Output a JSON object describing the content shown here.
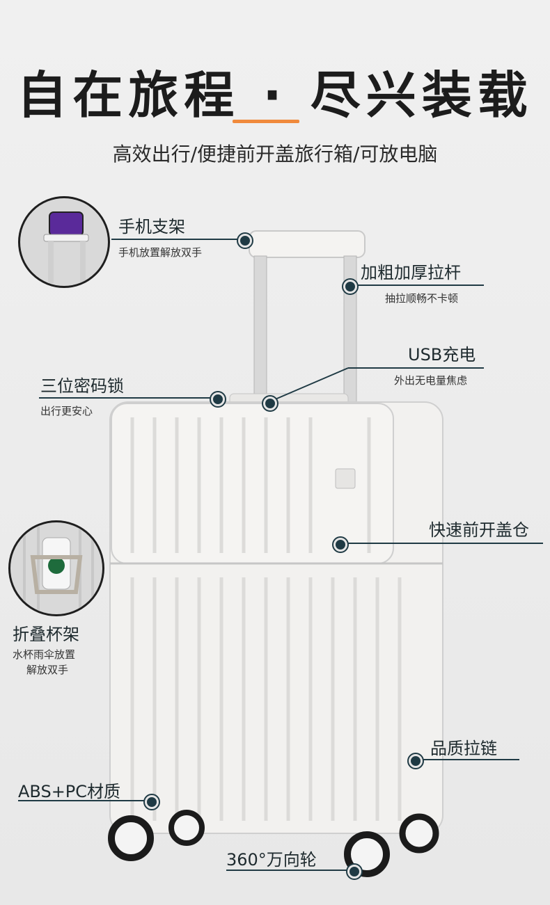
{
  "header": {
    "title": "自在旅程 · 尽兴装载",
    "subtitle": "高效出行/便捷前开盖旅行箱/可放电脑"
  },
  "features": {
    "phone_holder": {
      "title": "手机支架",
      "desc": "手机放置解放双手"
    },
    "handle": {
      "title": "加粗加厚拉杆",
      "desc": "抽拉顺畅不卡顿"
    },
    "usb": {
      "title": "USB充电",
      "desc": "外出无电量焦虑"
    },
    "lock": {
      "title": "三位密码锁",
      "desc": "出行更安心"
    },
    "front_cover": {
      "title": "快速前开盖仓"
    },
    "cup_holder": {
      "title": "折叠杯架",
      "desc_line1": "水杯雨伞放置",
      "desc_line2": "解放双手"
    },
    "zipper": {
      "title": "品质拉链"
    },
    "material": {
      "title": "ABS+PC材质"
    },
    "wheels": {
      "title": "360°万向轮"
    }
  },
  "colors": {
    "accent": "#f08a3c",
    "line": "#1f3a44",
    "suitcase": "#f2f1ef"
  }
}
